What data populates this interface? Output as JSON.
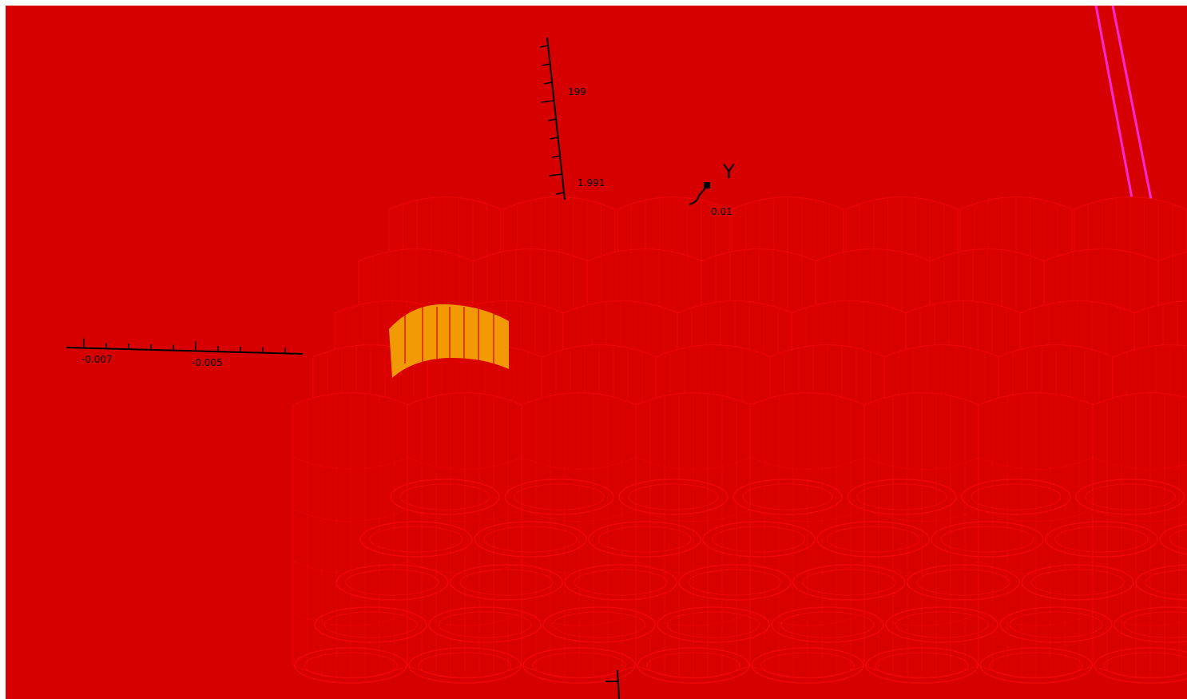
{
  "scene": {
    "background_color": "#d60000",
    "geometry_color": "#d90000",
    "edge_color": "#ee0808",
    "highlight_color": "#f29a06",
    "guide_line_color": "#ff28d8",
    "axis_color": "#000000"
  },
  "vertical_axis": {
    "tick_labels": [
      "199",
      "1.991"
    ]
  },
  "horizontal_axis": {
    "tick_labels": [
      "-0.007",
      "-0.005"
    ]
  },
  "y_axis_indicator": {
    "name": "Y",
    "tick_label": "0.01"
  },
  "lower_axis": {
    "tick_label": ""
  }
}
